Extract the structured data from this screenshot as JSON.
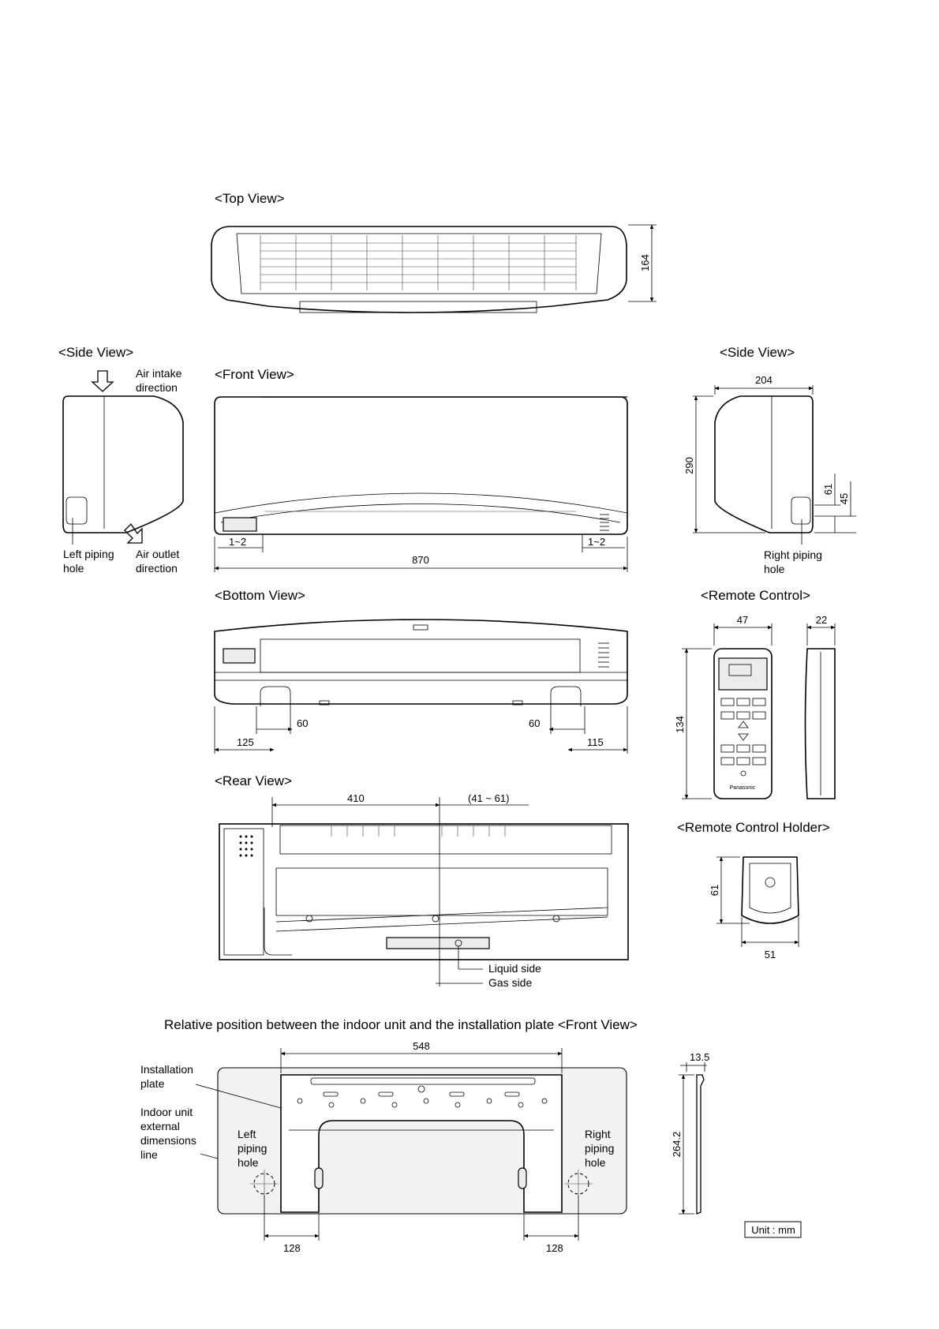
{
  "views": {
    "top": "<Top View>",
    "side_left": "<Side View>",
    "side_right": "<Side View>",
    "front": "<Front View>",
    "bottom": "<Bottom View>",
    "rear": "<Rear View>",
    "remote": "<Remote Control>",
    "remote_holder": "<Remote Control Holder>"
  },
  "labels": {
    "air_intake": [
      "Air intake",
      "direction"
    ],
    "air_outlet": [
      "Air outlet",
      "direction"
    ],
    "left_piping_hole": [
      "Left piping",
      "hole"
    ],
    "right_piping_hole": [
      "Right piping",
      "hole"
    ],
    "liquid_side": "Liquid side",
    "gas_side": "Gas side",
    "plate_title": "Relative position between the indoor unit and the installation plate <Front View>",
    "installation_plate": [
      "Installation",
      "plate"
    ],
    "indoor_unit_line": [
      "Indoor unit",
      "external",
      "dimensions",
      "line"
    ],
    "plate_left_hole": [
      "Left",
      "piping",
      "hole"
    ],
    "plate_right_hole": [
      "Right",
      "piping",
      "hole"
    ],
    "unit": "Unit : mm",
    "remote_brand": "Panasonic"
  },
  "dimensions": {
    "top_depth": "164",
    "side_width": "204",
    "side_height": "290",
    "side_pipe_a": "61",
    "side_pipe_b": "45",
    "front_gap_left": "1~2",
    "front_gap_right": "1~2",
    "front_width": "870",
    "bottom_60_left": "60",
    "bottom_60_right": "60",
    "bottom_125": "125",
    "bottom_115": "115",
    "rear_410": "410",
    "rear_range": "(41 ~ 61)",
    "remote_width": "47",
    "remote_thickness": "22",
    "remote_height": "134",
    "holder_height": "61",
    "holder_width": "51",
    "plate_width": "548",
    "plate_side": "13.5",
    "plate_height": "264.2",
    "plate_128_left": "128",
    "plate_128_right": "128"
  }
}
